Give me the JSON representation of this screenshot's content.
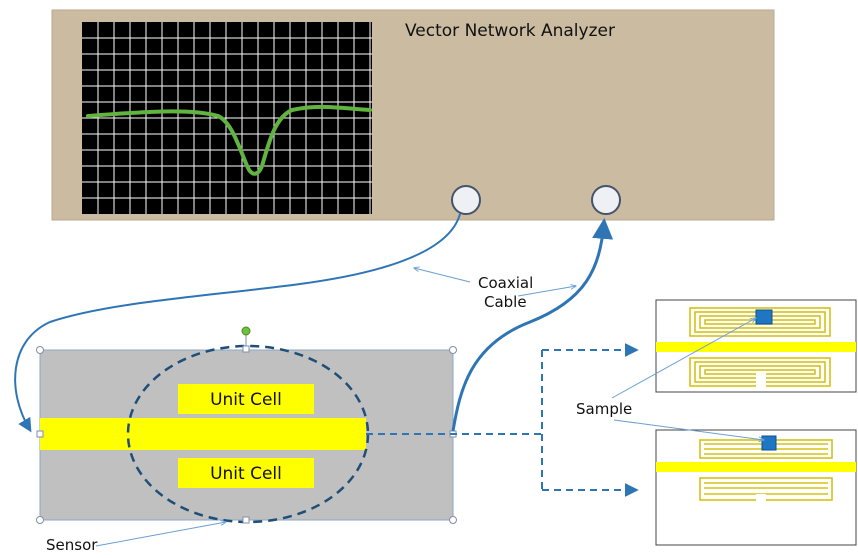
{
  "instrument": {
    "title": "Vector Network Analyzer"
  },
  "labels": {
    "coaxial_line1": "Coaxial",
    "coaxial_line2": "Cable",
    "sample": "Sample",
    "sensor": "Sensor",
    "unit_cell_top": "Unit Cell",
    "unit_cell_bottom": "Unit Cell"
  },
  "colors": {
    "analyzer_body": "#cbbca1",
    "screen": "#000000",
    "grid": "#ffffff",
    "trace": "#62b440",
    "cable": "#2e75b6",
    "microstrip": "#ffff00",
    "sensor_body": "#c0c0c0",
    "unit_cell": "#ffff00",
    "resonator_gold": "#d6c216",
    "sample_marker": "#1f77c4"
  }
}
